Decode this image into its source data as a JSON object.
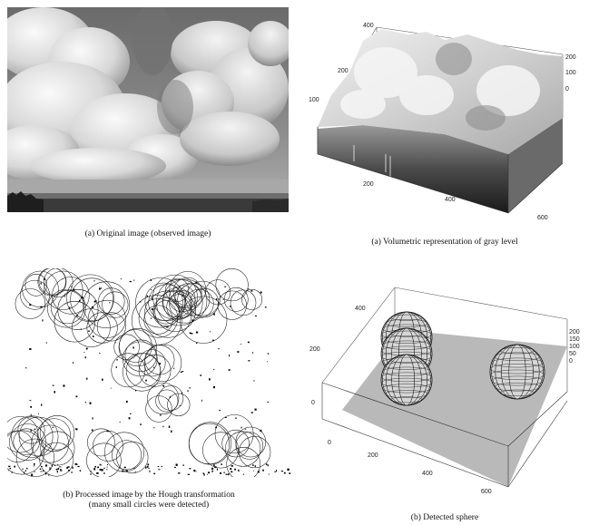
{
  "captions": {
    "top_left": "(a) Original image (observed image)",
    "top_right": "(a) Volumetric representation of gray level",
    "bottom_left_line1": "(b) Processed image by the Hough transformation",
    "bottom_left_line2": "(many small circles were detected)",
    "bottom_right": "(b) Detected sphere"
  },
  "volumetric_plot": {
    "y_ticks": [
      "400",
      "200",
      "100"
    ],
    "x_ticks": [
      "200",
      "400",
      "600"
    ],
    "z_ticks": [
      "200",
      "100",
      "0"
    ]
  },
  "sphere_plot": {
    "y_ticks": [
      "400",
      "200",
      "0"
    ],
    "x_ticks": [
      "0",
      "200",
      "400",
      "600"
    ],
    "z_ticks": [
      "200",
      "150",
      "100",
      "50",
      "0"
    ]
  },
  "colors": {
    "sky_dark": "#5a5a5a",
    "cloud": "#e8e8e8",
    "floor": "#bdbdbd"
  }
}
